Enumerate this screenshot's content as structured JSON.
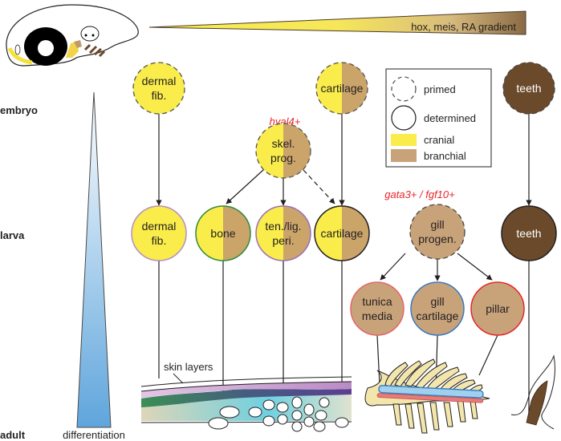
{
  "gradient_label": "hox, meis, RA gradient",
  "stages": {
    "embryo": "embryo",
    "larva": "larva",
    "adult": "adult"
  },
  "differentiation_label": "differentiation",
  "markers": {
    "hyal4": "hyal4+",
    "gata3_fgf10": "gata3+ / fgf10+"
  },
  "skin_layers_label": "skin layers",
  "legend": {
    "primed": "primed",
    "determined": "determined",
    "cranial": "cranial",
    "branchial": "branchial"
  },
  "colors": {
    "cranial": "#f9ec4b",
    "branchial": "#cba46a",
    "gill_tan": "#c8a37a",
    "teeth_brown": "#6b4a2b",
    "marker_red": "#e8252a"
  },
  "nodes": {
    "embryo_dermal": {
      "line1": "dermal",
      "line2": "fib.",
      "state": "primed",
      "origin": "cranial"
    },
    "embryo_cartilage": {
      "line1": "cartilage",
      "state": "primed",
      "origin": "cranial+branchial"
    },
    "embryo_teeth": {
      "line1": "teeth",
      "state": "primed",
      "origin": "teeth"
    },
    "skel_prog": {
      "line1": "skel.",
      "line2": "prog.",
      "state": "primed",
      "origin": "cranial+branchial"
    },
    "larva_dermal": {
      "line1": "dermal",
      "line2": "fib.",
      "state": "determined",
      "origin": "cranial"
    },
    "larva_bone": {
      "line1": "bone",
      "state": "determined",
      "origin": "cranial+branchial"
    },
    "larva_tenlig": {
      "line1": "ten./lig.",
      "line2": "peri.",
      "state": "determined",
      "origin": "cranial+branchial"
    },
    "larva_cartilage": {
      "line1": "cartilage",
      "state": "determined",
      "origin": "cranial+branchial"
    },
    "gill_progen": {
      "line1": "gill",
      "line2": "progen.",
      "state": "primed",
      "origin": "branchial"
    },
    "larva_teeth": {
      "line1": "teeth",
      "state": "determined",
      "origin": "teeth"
    },
    "tunica_media": {
      "line1": "tunica",
      "line2": "media",
      "state": "determined",
      "origin": "branchial"
    },
    "gill_cartilage": {
      "line1": "gill",
      "line2": "cartilage",
      "state": "determined",
      "origin": "branchial"
    },
    "pillar": {
      "line1": "pillar",
      "state": "determined",
      "origin": "branchial"
    }
  }
}
